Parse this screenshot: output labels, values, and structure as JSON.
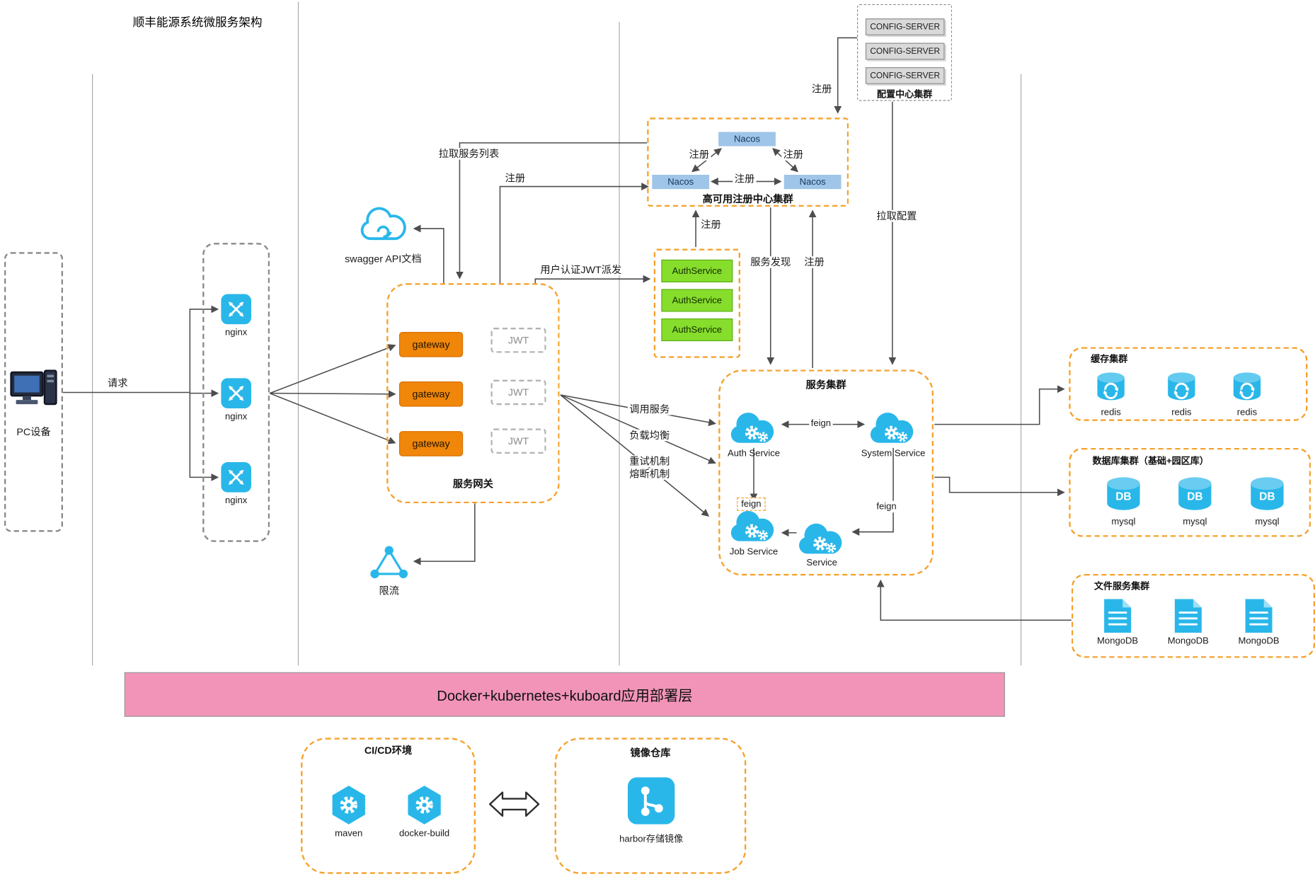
{
  "title": "顺丰能源系统微服务架构",
  "colors": {
    "orange": "#f5a22d",
    "cyan": "#29b7ea",
    "gateway_orange": "#f0860a",
    "nacos_blue": "#9fc5e8",
    "auth_green": "#86dd2c",
    "deploy_pink": "#f294b8",
    "config_gray": "#d9d9d9"
  },
  "pc": {
    "label": "PC设备"
  },
  "nginx_cluster": {
    "nodes": [
      {
        "label": "nginx"
      },
      {
        "label": "nginx"
      },
      {
        "label": "nginx"
      }
    ]
  },
  "gateway": {
    "title": "服务网关",
    "nodes": [
      {
        "label": "gateway"
      },
      {
        "label": "gateway"
      },
      {
        "label": "gateway"
      }
    ],
    "jwt_nodes": [
      {
        "label": "JWT"
      },
      {
        "label": "JWT"
      },
      {
        "label": "JWT"
      }
    ]
  },
  "swagger": {
    "label": "swagger API文档"
  },
  "rate_limit": {
    "label": "限流"
  },
  "nacos": {
    "title": "高可用注册中心集群",
    "nodes": [
      {
        "label": "Nacos"
      },
      {
        "label": "Nacos"
      },
      {
        "label": "Nacos"
      }
    ],
    "edge_labels": {
      "left": "注册",
      "right": "注册",
      "bottom": "注册"
    }
  },
  "config_center": {
    "title": "配置中心集群",
    "nodes": [
      {
        "label": "CONFIG-SERVER"
      },
      {
        "label": "CONFIG-SERVER"
      },
      {
        "label": "CONFIG-SERVER"
      }
    ]
  },
  "auth_cluster": {
    "nodes": [
      {
        "label": "AuthService"
      },
      {
        "label": "AuthService"
      },
      {
        "label": "AuthService"
      }
    ]
  },
  "service_cluster": {
    "title": "服务集群",
    "nodes": [
      {
        "label": "Auth Service"
      },
      {
        "label": "System Service"
      },
      {
        "label": "Job Service"
      },
      {
        "label": "Service"
      }
    ],
    "feign_labels": [
      "feign",
      "feign",
      "feign"
    ]
  },
  "cache_cluster": {
    "title": "缓存集群",
    "nodes": [
      {
        "label": "redis"
      },
      {
        "label": "redis"
      },
      {
        "label": "redis"
      }
    ]
  },
  "db_cluster": {
    "title": "数据库集群（基础+园区库）",
    "icon_text": "DB",
    "nodes": [
      {
        "label": "mysql"
      },
      {
        "label": "mysql"
      },
      {
        "label": "mysql"
      }
    ]
  },
  "file_cluster": {
    "title": "文件服务集群",
    "nodes": [
      {
        "label": "MongoDB"
      },
      {
        "label": "MongoDB"
      },
      {
        "label": "MongoDB"
      }
    ]
  },
  "deployment": {
    "label": "Docker+kubernetes+kuboard应用部署层"
  },
  "cicd": {
    "title": "CI/CD环境",
    "nodes": [
      {
        "label": "maven"
      },
      {
        "label": "docker-build"
      }
    ]
  },
  "registry": {
    "title": "镜像仓库",
    "node": {
      "label": "harbor存储镜像"
    }
  },
  "edge_labels": {
    "request": "请求",
    "pull_service_list": "拉取服务列表",
    "gateway_register": "注册",
    "user_auth_jwt": "用户认证JWT派发",
    "auth_register": "注册",
    "service_discovery": "服务发现",
    "service_register": "注册",
    "pull_config": "拉取配置",
    "config_register": "注册",
    "call_service": "调用服务",
    "load_balance": "负载均衡",
    "retry_mechanism": "重试机制",
    "circuit_break": "熔断机制"
  }
}
